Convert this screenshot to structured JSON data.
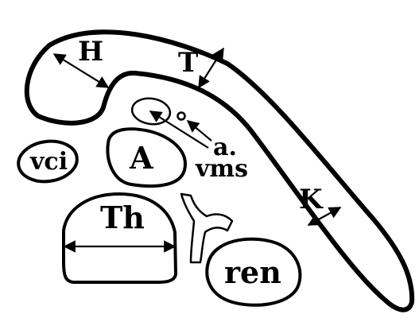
{
  "labels": {
    "h": "H",
    "t": "T",
    "a_small": "a.",
    "vms": "vms",
    "vci": "vci",
    "a": "A",
    "th": "Th",
    "k": "K",
    "ren": "ren"
  }
}
